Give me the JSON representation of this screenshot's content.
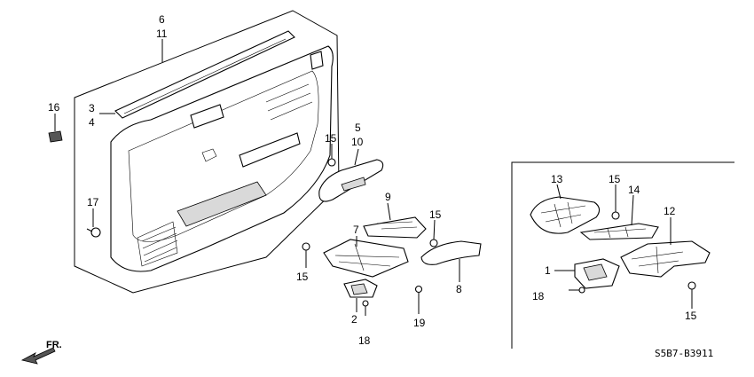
{
  "diagram": {
    "callouts": [
      {
        "id": "c6",
        "text": "6"
      },
      {
        "id": "c11",
        "text": "11"
      },
      {
        "id": "c3",
        "text": "3"
      },
      {
        "id": "c4",
        "text": "4"
      },
      {
        "id": "c16",
        "text": "16"
      },
      {
        "id": "c17",
        "text": "17"
      },
      {
        "id": "c5",
        "text": "5"
      },
      {
        "id": "c10",
        "text": "10"
      },
      {
        "id": "c15a",
        "text": "15"
      },
      {
        "id": "c9",
        "text": "9"
      },
      {
        "id": "c15b",
        "text": "15"
      },
      {
        "id": "c7",
        "text": "7"
      },
      {
        "id": "c15c",
        "text": "15"
      },
      {
        "id": "c8",
        "text": "8"
      },
      {
        "id": "c2",
        "text": "2"
      },
      {
        "id": "c18a",
        "text": "18"
      },
      {
        "id": "c19",
        "text": "19"
      },
      {
        "id": "c13",
        "text": "13"
      },
      {
        "id": "c15d",
        "text": "15"
      },
      {
        "id": "c14",
        "text": "14"
      },
      {
        "id": "c12",
        "text": "12"
      },
      {
        "id": "c1",
        "text": "1"
      },
      {
        "id": "c18b",
        "text": "18"
      },
      {
        "id": "c15e",
        "text": "15"
      }
    ],
    "direction_label": "FR.",
    "diagram_code": "S5B7-B3911"
  }
}
